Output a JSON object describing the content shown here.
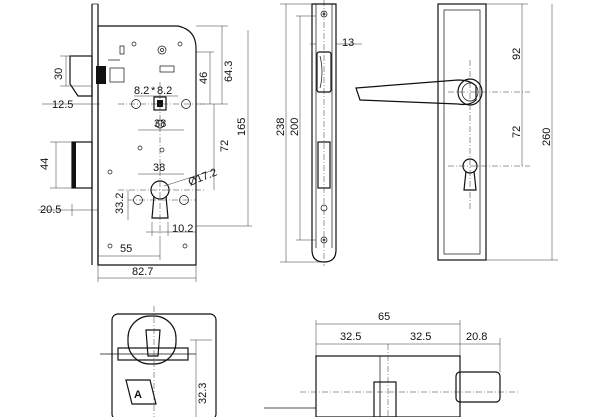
{
  "dims": {
    "lockbody": {
      "d30": "30",
      "d12_5": "12.5",
      "d8_2a": "8.2",
      "d8_2b": "8.2",
      "d46": "46",
      "d64_3": "64.3",
      "d38a": "38",
      "d165": "165",
      "d44": "44",
      "d72": "72",
      "d38b": "38",
      "d17_2": "Ø17.2",
      "d33_2": "33.2",
      "d20_5": "20.5",
      "d10_2": "10.2",
      "d55": "55",
      "d82_7": "82.7"
    },
    "faceplate": {
      "d13": "13",
      "d238": "238",
      "d200": "200"
    },
    "handle": {
      "d92": "92",
      "d72": "72",
      "d260": "260"
    },
    "cylinder": {
      "d65": "65",
      "d32_5a": "32.5",
      "d32_5b": "32.5",
      "d20_8": "20.8",
      "d32_3": "32.3"
    }
  }
}
